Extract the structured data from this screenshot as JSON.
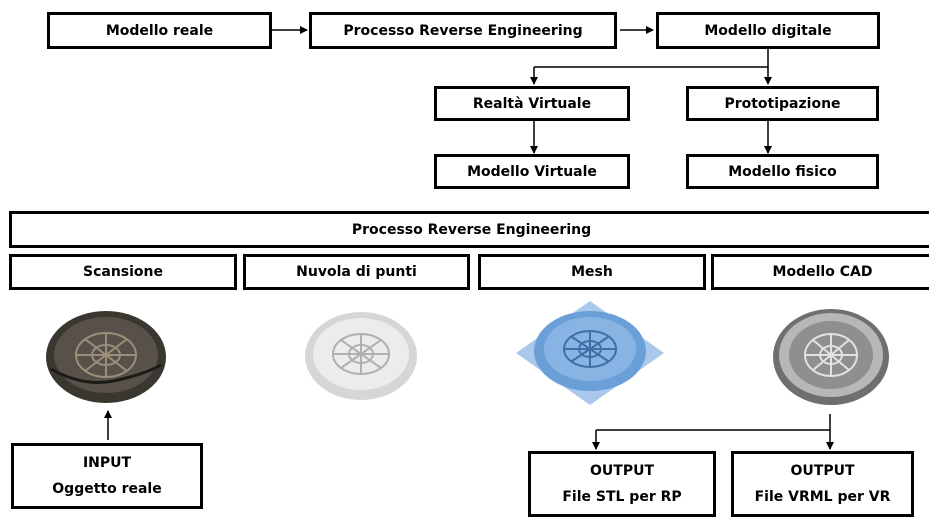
{
  "flow": {
    "real_model": "Modello reale",
    "re_process": "Processo Reverse Engineering",
    "digital_model": "Modello digitale",
    "virtual_reality": "Realtà Virtuale",
    "prototyping": "Prototipazione",
    "virtual_model": "Modello Virtuale",
    "physical_model": "Modello fisico"
  },
  "process": {
    "title": "Processo Reverse Engineering",
    "stages": [
      "Scansione",
      "Nuvola di punti",
      "Mesh",
      "Modello CAD"
    ]
  },
  "outputs": {
    "input_title": "INPUT",
    "input_sub": "Oggetto reale",
    "out1_title": "OUTPUT",
    "out1_sub": "File STL per RP",
    "out2_title": "OUTPUT",
    "out2_sub": "File VRML per VR"
  },
  "colors": {
    "scan": "#3a3630",
    "cloud": "#d6d6d6",
    "mesh": "#6a9fd8",
    "cad": "#8f8f8f"
  },
  "icons": [
    "scan-rosette-icon",
    "point-cloud-rosette-icon",
    "mesh-rosette-icon",
    "cad-rosette-icon"
  ]
}
